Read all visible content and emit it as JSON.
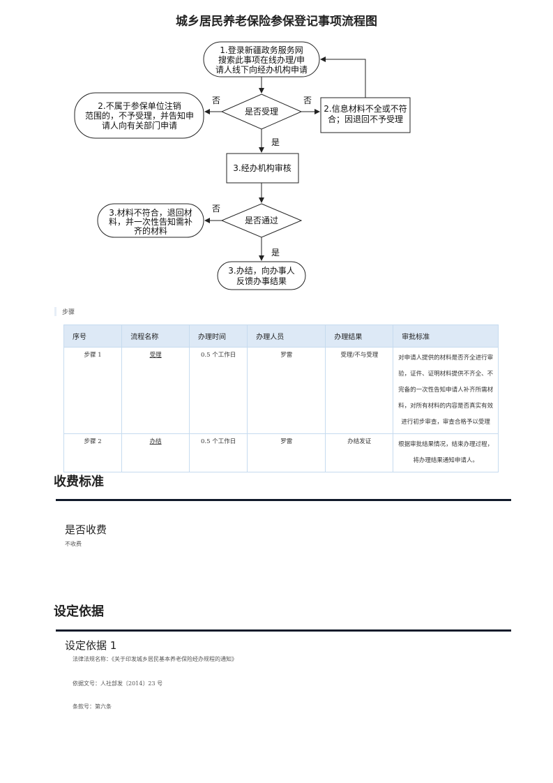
{
  "title": "城乡居民养老保险参保登记事项流程图",
  "flow": {
    "box1": [
      "1.登录新疆政务服务网",
      "搜索此事项在线办理/申",
      "请人线下向经办机构申请"
    ],
    "decision1": "是否受理",
    "reject_left": [
      "2.不属于参保单位注销",
      "范围的，不予受理，并告知申",
      "请人向有关部门申请"
    ],
    "reject_right": [
      "2.信息材料不全或不符",
      "合；因退回不予受理"
    ],
    "no": "否",
    "yes": "是",
    "box3": "3.经办机构审核",
    "decision2": "是否通过",
    "reject2": [
      "3.材料不符合，退回材",
      "料，并一次性告知需补",
      "齐的材料"
    ],
    "end": [
      "3.办结，向办事人",
      "反馈办事结果"
    ]
  },
  "steps_label": "步骤",
  "table": {
    "headers": [
      "序号",
      "流程名称",
      "办理时间",
      "办理人员",
      "办理结果",
      "审批标准"
    ],
    "rows": [
      {
        "no": "步骤 1",
        "name": "受理",
        "time": "0.5 个工作日",
        "person": "罗雷",
        "result": "受理/不与受理",
        "std": "对申请人提供的材料是否齐全进行审验，证件、证明材料提供不齐全、不完备的一次性告知申请人补齐所需材料，对所有材料的内容是否真实有效进行初步审查，审查合格予以受理"
      },
      {
        "no": "步骤 2",
        "name": "办结",
        "time": "0.5 个工作日",
        "person": "罗雷",
        "result": "办结发证",
        "std": "根据审批结果情况，结束办理过程，将办理结果通知申请人。"
      }
    ]
  },
  "fee": {
    "heading": "收费标准",
    "sub": "是否收费",
    "value": "不收费"
  },
  "basis": {
    "heading": "设定依据",
    "sub": "设定依据 1",
    "law": "法律法规名称：《关于印发城乡居民基本养老保险经办规程的通知》",
    "doc": "依据文号：人社部发〔2014〕23 号",
    "clause": "条款号：第六条"
  }
}
